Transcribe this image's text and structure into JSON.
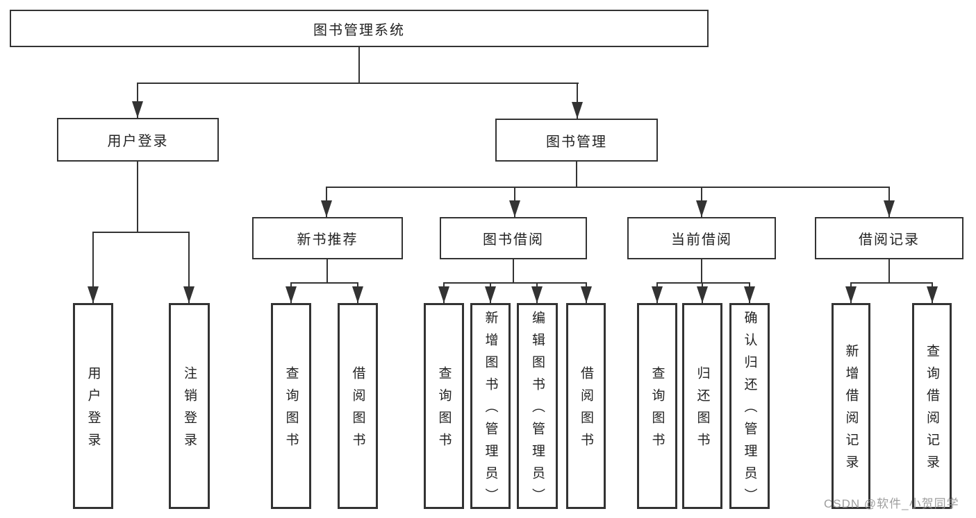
{
  "diagram": {
    "title": "图书管理系统",
    "nodes": {
      "root": {
        "label": "图书管理系统"
      },
      "level2": {
        "user_login": {
          "label": "用户登录"
        },
        "book_management": {
          "label": "图书管理"
        }
      },
      "level3": {
        "new_book_recommend": {
          "label": "新书推荐"
        },
        "book_borrow": {
          "label": "图书借阅"
        },
        "current_borrow": {
          "label": "当前借阅"
        },
        "borrow_record": {
          "label": "借阅记录"
        }
      },
      "leaves": {
        "user_login": {
          "label": "用户登录"
        },
        "logout": {
          "label": "注销登录"
        },
        "recommend_query_book": {
          "label": "查询图书"
        },
        "recommend_borrow_book": {
          "label": "借阅图书"
        },
        "borrow_query_book": {
          "label": "查询图书"
        },
        "borrow_add_book": {
          "label": "新增图书（管理员）"
        },
        "borrow_edit_book": {
          "label": "编辑图书（管理员）"
        },
        "borrow_borrow_book": {
          "label": "借阅图书"
        },
        "current_query_book": {
          "label": "查询图书"
        },
        "current_return_book": {
          "label": "归还图书"
        },
        "current_confirm_return": {
          "label": "确认归还（管理员）"
        },
        "record_add": {
          "label": "新增借阅记录"
        },
        "record_query": {
          "label": "查询借阅记录"
        }
      }
    },
    "watermark": {
      "text": "CSDN @软件_小贺同学"
    },
    "colors": {
      "line": "#333333",
      "box_border": "#333333",
      "text": "#222222",
      "watermark": "#949494",
      "background": "#ffffff"
    }
  }
}
